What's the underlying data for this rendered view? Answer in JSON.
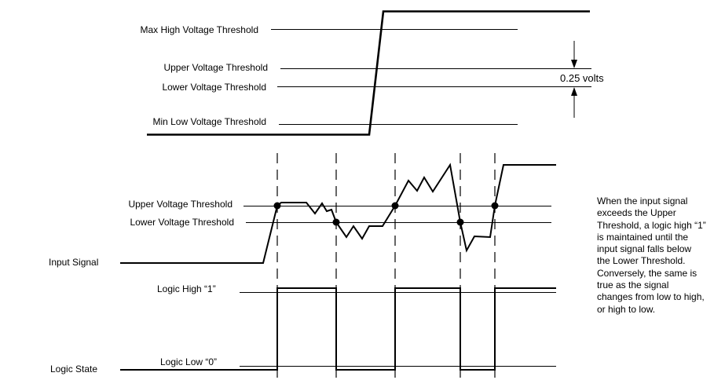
{
  "top_panel": {
    "max_high_label": "Max High Voltage Threshold",
    "upper_label": "Upper Voltage Threshold",
    "lower_label": "Lower Voltage Threshold",
    "min_low_label": "Min Low Voltage Threshold",
    "hysteresis_label": "0.25 volts"
  },
  "bottom_panel": {
    "upper_label": "Upper Voltage Threshold",
    "lower_label": "Lower Voltage Threshold",
    "input_signal_label": "Input Signal",
    "logic_high_label": "Logic High “1”",
    "logic_low_label": "Logic Low “0”",
    "logic_state_label": "Logic State"
  },
  "note": {
    "lines": [
      "When the input signal",
      "exceeds the Upper",
      "Threshold, a logic high “1”",
      "is maintained until the",
      "input signal falls below",
      "the Lower Threshold.",
      "Conversely, the same is",
      "true as the signal",
      "changes from low to high,",
      "or high to low."
    ]
  }
}
